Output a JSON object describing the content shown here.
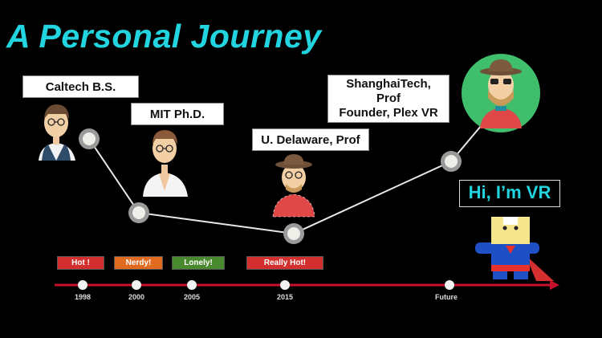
{
  "title": "A Personal Journey",
  "stages": [
    {
      "label": "Caltech B.S."
    },
    {
      "label": "MIT Ph.D."
    },
    {
      "label": "U. Delaware, Prof"
    },
    {
      "label": "ShanghaiTech, Prof Founder, Plex VR",
      "lines": [
        "ShanghaiTech,",
        "Prof",
        "Founder, Plex VR"
      ]
    }
  ],
  "greeting": "Hi, I’m VR",
  "timeline": {
    "tags": [
      {
        "text": "Hot !",
        "color": "#d32f2f"
      },
      {
        "text": "Nerdy!",
        "color": "#e06a20"
      },
      {
        "text": "Lonely!",
        "color": "#4a8a2e"
      },
      {
        "text": "Really Hot!",
        "color": "#d32f2f"
      }
    ],
    "years": [
      "1998",
      "2000",
      "2005",
      "2015",
      "Future"
    ]
  },
  "colors": {
    "accent": "#22d4e0",
    "timeline": "#c8102e"
  }
}
